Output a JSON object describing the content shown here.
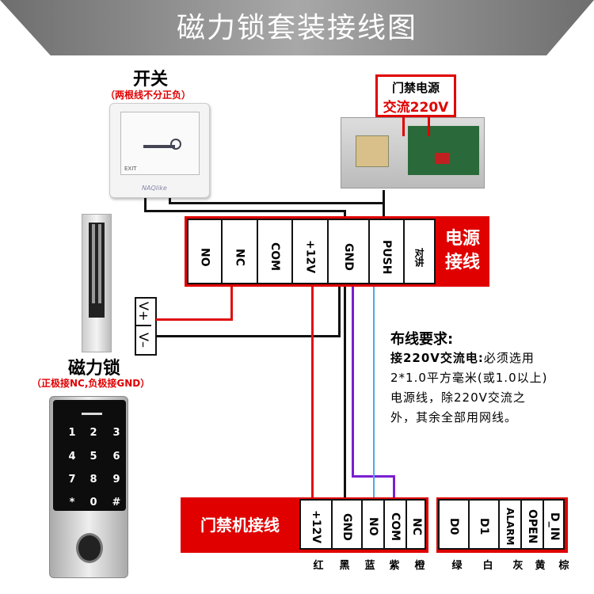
{
  "title": "磁力锁套装接线图",
  "exit_switch": {
    "title": "开关",
    "note": "（两根线不分正负）",
    "plate_text": "EXIT",
    "brand": "NAQlike"
  },
  "power_supply": {
    "label_line1": "门禁电源",
    "label_line2": "交流220V"
  },
  "power_terminals": {
    "cells": [
      "NO",
      "NC",
      "COM",
      "+12V",
      "GND",
      "PUSH",
      "对讲"
    ],
    "label": "电源接线"
  },
  "lock": {
    "title": "磁力锁",
    "note": "（正极接NC,负极接GND）",
    "terminals": [
      "V+",
      "V–"
    ]
  },
  "wiring_requirements": {
    "heading": "布线要求:",
    "lead": "接220V交流电:",
    "body": "必须选用2*1.0平方毫米(或1.0以上)电源线，除220V交流之外，其余全部用网线。"
  },
  "controller": {
    "label": "门禁机接线",
    "group1": [
      "+12V",
      "GND",
      "NO",
      "COM",
      "NC"
    ],
    "group2": [
      "D0",
      "D1",
      "ALARM",
      "OPEN",
      "D_IN"
    ],
    "colors": [
      "红",
      "黑",
      "蓝",
      "紫",
      "橙",
      "绿",
      "白",
      "灰",
      "黄",
      "棕"
    ],
    "keys": [
      "1",
      "2",
      "3",
      "4",
      "5",
      "6",
      "7",
      "8",
      "9",
      "*",
      "0",
      "#"
    ]
  },
  "wire_colors": {
    "red": "#e01010",
    "black": "#111111",
    "purple": "#7a1fd0",
    "blue": "#4aa8f0",
    "accent": "#e00000"
  }
}
